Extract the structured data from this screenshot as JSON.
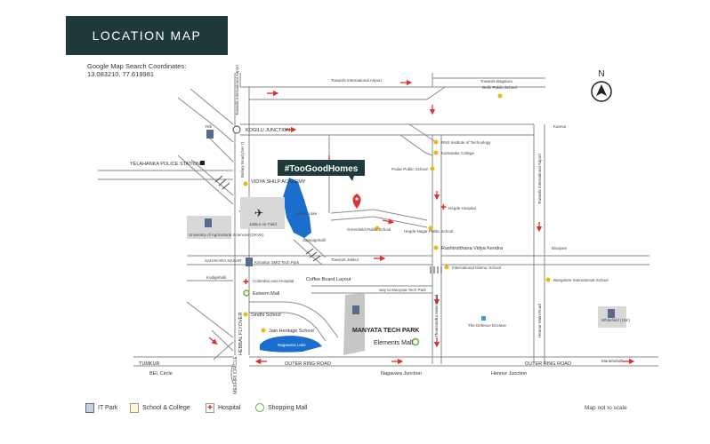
{
  "header": {
    "title": "LOCATION MAP",
    "coords_label": "Google Map Search Coordinates:",
    "coords_value": "13.083210, 77.619981"
  },
  "colors": {
    "title_bg": "#1e3a3a",
    "road": "#8a8a8a",
    "lake": "#1a6fcc",
    "pin": "#e03030",
    "callout_bg": "#1e3a3a",
    "school": "#e8b81a",
    "hospital": "#d83030",
    "mall": "#6cab3a",
    "it_park": "#5a6a8a"
  },
  "map": {
    "callout": "#TooGoodHomes",
    "compass": "N",
    "roads": {
      "towards_airport_top": "Towards International Airport",
      "towards_airport_vertical": "Towards International Airport",
      "towards_bagaluru": "Towards Bagaluru",
      "kogilu_junction": "KOGILU JUNCTION",
      "bellary_road": "Bellary Road (NH 7)",
      "yelahanka_ps": "YELAHANKA POLICE STATION",
      "sahakara_nagar": "SAHAKARA NAGAR",
      "towards_jakkur": "Towards Jakkur",
      "kodigehalli": "Kodigehalli",
      "coffee_board": "Coffee Board Layout",
      "way_to_manyata": "way to Manyata Tech Park",
      "thanisandra_main": "Thanisandra Main Road",
      "hennur_main": "Hennur Main Road",
      "towards_intl_airport_right": "Towards International Airport",
      "kannur": "Kannur",
      "bisayam": "Bisayam",
      "tumkur": "TUMKUR",
      "bel_circle": "BEL Circle",
      "hebbal_flyover": "HEBBAL FLYOVER",
      "outer_ring_road_left": "OUTER RING ROAD",
      "outer_ring_road_right": "OUTER RING ROAD",
      "nagavara_junction": "Nagavara Junction",
      "hennur_junction": "Hennur Junction",
      "marathahalli": "Marathahalli",
      "mekhri_circle": "MEKHRI CIRCLE"
    },
    "places": {
      "delhi_public_school": "Delhi Public School",
      "rns_institute": "RNS Institute of Technology",
      "kanaraka_college": "Kamaraka College",
      "podar_public_school": "Podar Public School",
      "vidya_shilp": "VIDYA SHILP ACADEMY",
      "jakkur_lake": "Jakkur Lake",
      "jakkur_airfield": "Jakkur Air Field",
      "sampigehalli": "Sampigehalli",
      "greenfield_school": "Greenfield Public School",
      "hegde_nagar_school": "Hegde Nagar Public School",
      "hegde_hospital": "Hegde Hospital",
      "rashtrotthana": "Rashtrotthana Vidya Kendra",
      "international_islamic": "International Islamic School",
      "university_agri": "University of Agricultural Sciences (GKVK)",
      "kirloskar": "Kirloskar SMO Tech Park",
      "columbia_asia": "Columbia Asia Hospital",
      "esteem_mall": "Esteem Mall",
      "sindhi_school": "Sindhi School",
      "jain_heritage": "Jain Heritage School",
      "manyata": "MANYATA TECH PARK",
      "elements_mall": "Elements Mall",
      "nagawara_lake": "Nagawara Lake",
      "defence_enclave": "The Defence Enclave",
      "bangalore_intl_school": "Bangalore International School",
      "whitefield": "Whitefield (15K)",
      "yelli": "Yelli"
    }
  },
  "legend": {
    "it_park": "IT Park",
    "school": "School & College",
    "hospital": "Hospital",
    "mall": "Shopping Mall",
    "scale_note": "Map not to scale"
  }
}
